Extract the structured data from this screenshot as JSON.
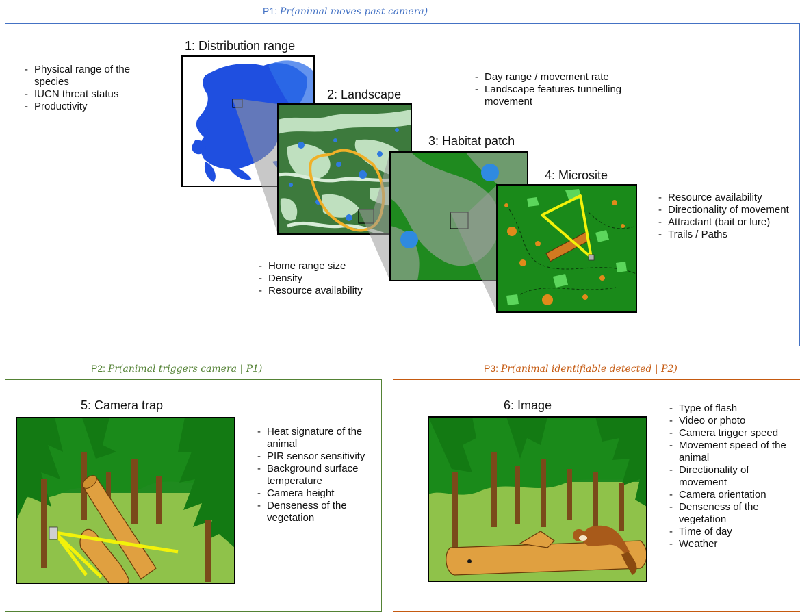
{
  "p1": {
    "label": "P1: ",
    "formula": "Pr(animal moves past camera)",
    "color": "#4472c4",
    "panels": {
      "distribution": "1: Distribution range",
      "landscape": "2: Landscape",
      "habitat": "3: Habitat patch",
      "microsite": "4: Microsite"
    },
    "list_distribution": [
      "Physical range of the species",
      "IUCN threat status",
      "Productivity"
    ],
    "list_landscape": [
      "Day range / movement rate",
      "Landscape features tunnelling movement"
    ],
    "list_habitat": [
      "Home range size",
      "Density",
      "Resource availability"
    ],
    "list_microsite": [
      "Resource availability",
      "Directionality of movement",
      "Attractant (bait or lure)",
      "Trails / Paths"
    ]
  },
  "p2": {
    "label": "P2: ",
    "formula": "Pr(animal triggers camera | P1)",
    "color": "#548235",
    "panel": "5: Camera trap",
    "list": [
      "Heat signature of the animal",
      "PIR sensor sensitivity",
      "Background surface temperature",
      "Camera height",
      "Denseness of the vegetation"
    ]
  },
  "p3": {
    "label": "P3: ",
    "formula": "Pr(animal identifiable detected | P2)",
    "color": "#c55a11",
    "panel": "6: Image",
    "list": [
      "Type of flash",
      "Video or photo",
      "Camera trigger speed",
      "Movement speed of the animal",
      "Directionality of movement",
      "Camera orientation",
      "Denseness of the vegetation",
      "Time of day",
      "Weather"
    ]
  },
  "icons": [
    "europe-map",
    "landscape-map",
    "habitat-patch-map",
    "microsite-map",
    "forest-camera-trap",
    "forest-image-marten"
  ]
}
